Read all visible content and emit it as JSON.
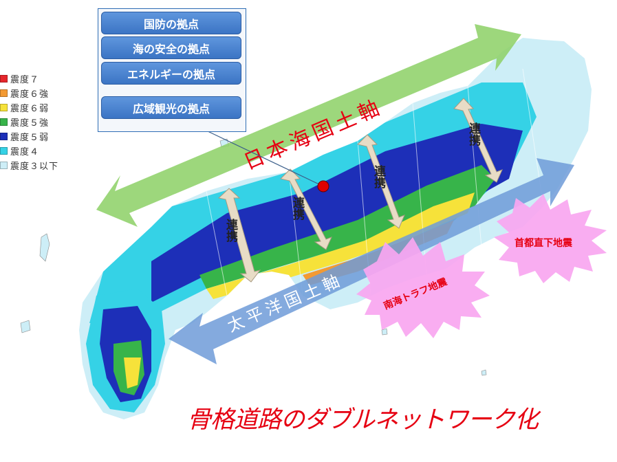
{
  "legend": {
    "items": [
      {
        "label": "震度７",
        "color": "#e5262c"
      },
      {
        "label": "震度６強",
        "color": "#f39a33"
      },
      {
        "label": "震度６弱",
        "color": "#f6e23a"
      },
      {
        "label": "震度５強",
        "color": "#37b44a"
      },
      {
        "label": "震度５弱",
        "color": "#1d2fb8"
      },
      {
        "label": "震度４",
        "color": "#35d2e6"
      },
      {
        "label": "震度３以下",
        "color": "#cdeef7"
      }
    ]
  },
  "roles": {
    "items": [
      "国防の拠点",
      "海の安全の拠点",
      "エネルギーの拠点",
      "広域観光の拠点"
    ]
  },
  "axes": {
    "japan_sea": "日本海国土軸",
    "pacific": "太平洋国土軸"
  },
  "links": {
    "label": "連携"
  },
  "quakes": {
    "nankai": "南海トラフ地震",
    "shuto": "首都直下地震"
  },
  "caption": "骨格道路のダブルネットワーク化",
  "colors": {
    "japan_sea_arrow": "#8fd16a",
    "pacific_arrow": "#6f9bd8",
    "link_arrow": "#e8dcc6",
    "burst": "#f9a6f0",
    "caption": "#e60012",
    "marker": "#e00000"
  }
}
